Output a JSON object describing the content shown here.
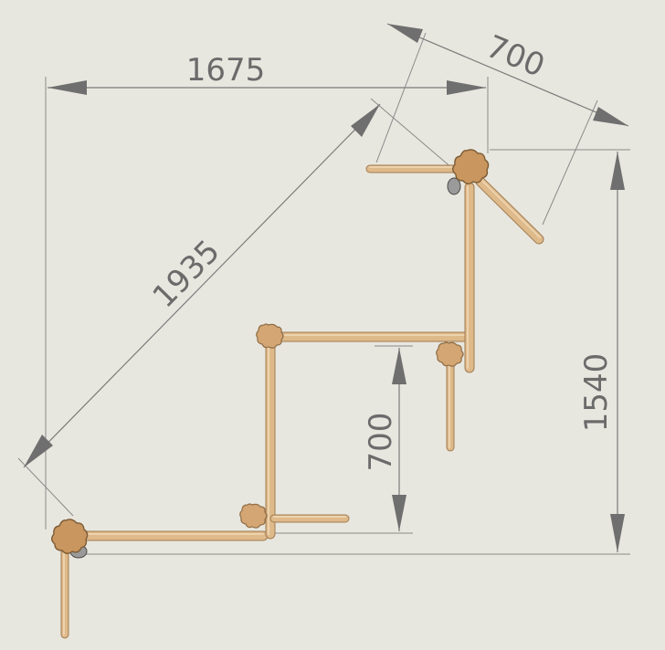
{
  "dimensions": {
    "width_total": "1675",
    "diagonal": "1935",
    "top_right": "700",
    "height_total": "1540",
    "middle_vertical": "700"
  },
  "colors": {
    "background": "#e8e7df",
    "beam": "#deb98a",
    "beam_edge": "#a07c52",
    "dimension": "#6b6b6b"
  }
}
